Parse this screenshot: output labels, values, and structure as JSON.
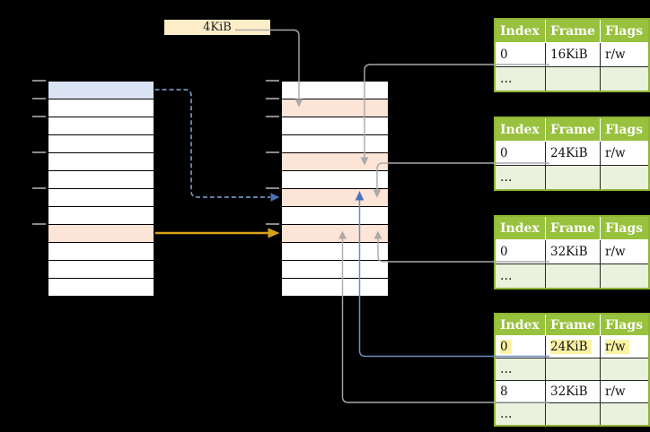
{
  "page_size_label": "4KiB",
  "colors": {
    "background": "#000000",
    "row_highlight_blue": "#dae3f3",
    "row_highlight_orange": "#fce4d6",
    "pagesize_box": "#fdeec9",
    "table_header_green": "#98c13d",
    "table_border_green": "#8fb436",
    "table_row_shaded_green": "#eaf1dd",
    "cell_highlight_yellow": "#fbf3a3",
    "connector_gray": "#a9a9a9",
    "connector_blue": "#6c8ebf",
    "connector_dashed_blue": "#85a9d6",
    "arrowhead_blue": "#4a72b8",
    "arrow_orange": "#d9a118"
  },
  "left_column": {
    "rows": [
      {
        "fill": "blue"
      },
      {
        "fill": "white"
      },
      {
        "fill": "white"
      },
      {
        "fill": "white"
      },
      {
        "fill": "white"
      },
      {
        "fill": "white"
      },
      {
        "fill": "white"
      },
      {
        "fill": "white"
      },
      {
        "fill": "orange"
      },
      {
        "fill": "white"
      },
      {
        "fill": "white"
      },
      {
        "fill": "white"
      }
    ]
  },
  "middle_column": {
    "rows": [
      {
        "fill": "white"
      },
      {
        "fill": "orange"
      },
      {
        "fill": "white"
      },
      {
        "fill": "white"
      },
      {
        "fill": "orange"
      },
      {
        "fill": "white"
      },
      {
        "fill": "orange"
      },
      {
        "fill": "white"
      },
      {
        "fill": "orange"
      },
      {
        "fill": "white"
      },
      {
        "fill": "white"
      },
      {
        "fill": "white"
      }
    ]
  },
  "tables": [
    {
      "headers": [
        "Index",
        "Frame",
        "Flags"
      ],
      "rows": [
        {
          "cells": [
            "0",
            "16KiB",
            "r/w"
          ],
          "shade": "white",
          "hl": false
        },
        {
          "cells": [
            "…",
            "",
            ""
          ],
          "shade": "green",
          "hl": false
        }
      ]
    },
    {
      "headers": [
        "Index",
        "Frame",
        "Flags"
      ],
      "rows": [
        {
          "cells": [
            "0",
            "24KiB",
            "r/w"
          ],
          "shade": "white",
          "hl": false
        },
        {
          "cells": [
            "…",
            "",
            ""
          ],
          "shade": "green",
          "hl": false
        }
      ]
    },
    {
      "headers": [
        "Index",
        "Frame",
        "Flags"
      ],
      "rows": [
        {
          "cells": [
            "0",
            "32KiB",
            "r/w"
          ],
          "shade": "white",
          "hl": false
        },
        {
          "cells": [
            "…",
            "",
            ""
          ],
          "shade": "green",
          "hl": false
        }
      ]
    },
    {
      "headers": [
        "Index",
        "Frame",
        "Flags"
      ],
      "rows": [
        {
          "cells": [
            "0",
            "24KiB",
            "r/w"
          ],
          "shade": "white",
          "hl": true
        },
        {
          "cells": [
            "…",
            "",
            ""
          ],
          "shade": "green",
          "hl": false
        },
        {
          "cells": [
            "8",
            "32KiB",
            "r/w"
          ],
          "shade": "white",
          "hl": false
        },
        {
          "cells": [
            "…",
            "",
            ""
          ],
          "shade": "green",
          "hl": false
        }
      ]
    }
  ]
}
